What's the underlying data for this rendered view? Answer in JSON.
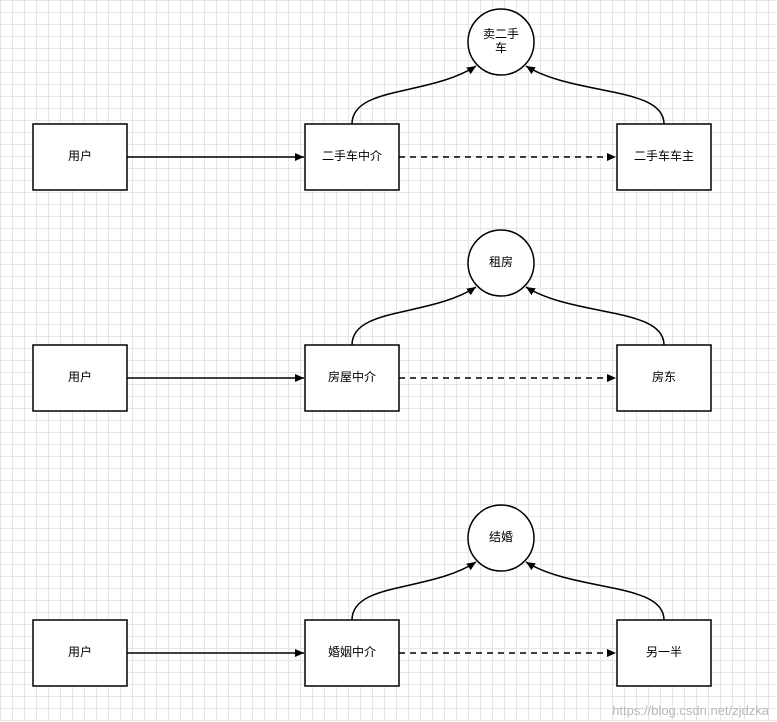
{
  "diagrams": [
    {
      "user": "用户",
      "agent": "二手车中介",
      "owner": "二手车车主",
      "goal_lines": [
        "卖二手",
        "车"
      ]
    },
    {
      "user": "用户",
      "agent": "房屋中介",
      "owner": "房东",
      "goal_lines": [
        "租房"
      ]
    },
    {
      "user": "用户",
      "agent": "婚姻中介",
      "owner": "另一半",
      "goal_lines": [
        "结婚"
      ]
    }
  ],
  "watermark": "https://blog.csdn.net/zjdzka"
}
